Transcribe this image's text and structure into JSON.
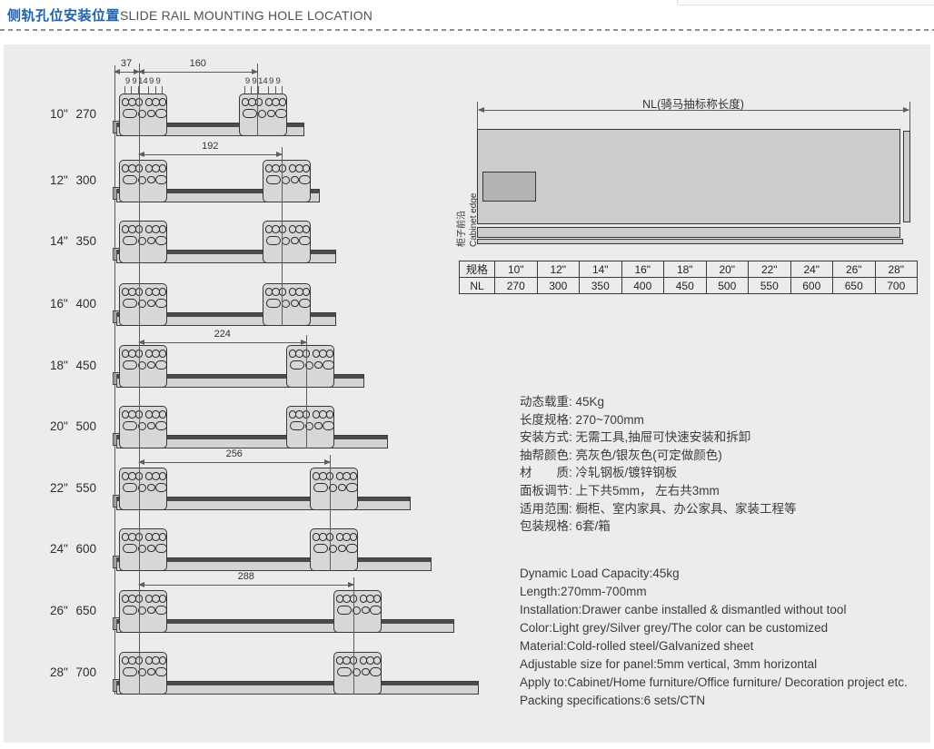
{
  "header": {
    "title_cn": "侧轨孔位安装位置",
    "title_en": "SLIDE RAIL MOUNTING HOLE LOCATION"
  },
  "diagram": {
    "rows": [
      {
        "size": "10\"",
        "length": "270"
      },
      {
        "size": "12\"",
        "length": "300"
      },
      {
        "size": "14\"",
        "length": "350"
      },
      {
        "size": "16\"",
        "length": "400"
      },
      {
        "size": "18\"",
        "length": "450"
      },
      {
        "size": "20\"",
        "length": "500"
      },
      {
        "size": "22\"",
        "length": "550"
      },
      {
        "size": "24\"",
        "length": "600"
      },
      {
        "size": "26\"",
        "length": "650"
      },
      {
        "size": "28\"",
        "length": "700"
      }
    ],
    "dims": [
      "37",
      "160",
      "192",
      "224",
      "256",
      "288"
    ],
    "hole_dims": [
      "9",
      "9",
      "14",
      "9",
      "9"
    ]
  },
  "nl_diagram": {
    "label": "NL(骑马抽标称长度)",
    "edge_label_cn": "柜子前沿",
    "edge_label_en": "Cabinet edge"
  },
  "table": {
    "headers": [
      "规格",
      "10\"",
      "12\"",
      "14\"",
      "16\"",
      "18\"",
      "20\"",
      "22\"",
      "24\"",
      "26\"",
      "28\""
    ],
    "values": [
      "NL",
      "270",
      "300",
      "350",
      "400",
      "450",
      "500",
      "550",
      "600",
      "650",
      "700"
    ]
  },
  "specs_cn": [
    "动态载重: 45Kg",
    "长度规格: 270~700mm",
    "安装方式: 无需工具,抽屉可快速安装和拆卸",
    "抽帮颜色: 亮灰色/银灰色(可定做颜色)",
    "材　　质: 冷轧钢板/镀锌钢板",
    "面板调节: 上下共5mm， 左右共3mm",
    "适用范围: 橱柜、室内家具、办公家具、家装工程等",
    "包装规格: 6套/箱"
  ],
  "specs_en": [
    "Dynamic Load Capacity:45kg",
    "Length:270mm-700mm",
    "Installation:Drawer canbe installed & dismantled without tool",
    "Color:Light grey/Silver grey/The color can be customized",
    "Material:Cold-rolled steel/Galvanized sheet",
    "Adjustable size for panel:5mm vertical, 3mm horizontal",
    "Apply to:Cabinet/Home furniture/Office furniture/ Decoration project etc.",
    "Packing specifications:6 sets/CTN"
  ],
  "colors": {
    "accent_blue": "#1e63ad",
    "panel_grey": "#ececed",
    "part_grey": "#d6d7d6"
  }
}
